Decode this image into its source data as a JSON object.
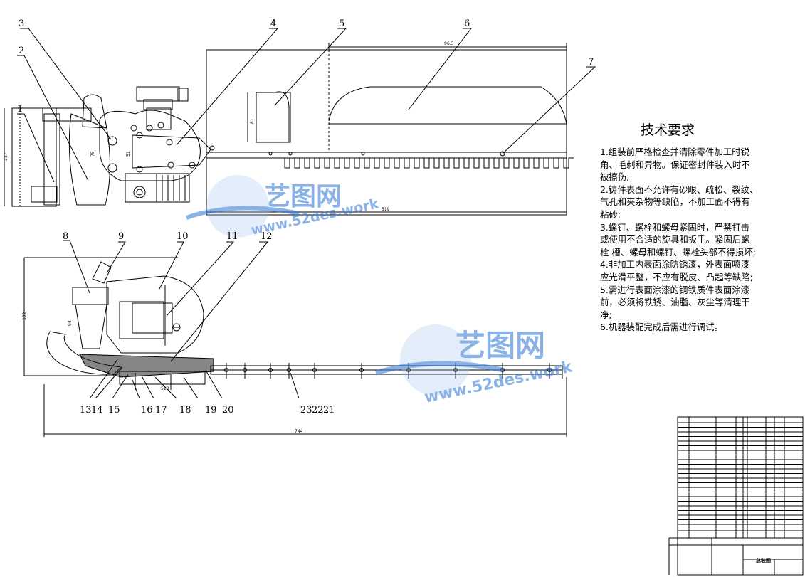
{
  "technical_requirements": {
    "title": "技术要求",
    "items": [
      "1.组装前严格检查并清除零件加工时锐\n角、毛刺和异物。保证密封件装入时不\n被擦伤;",
      "2.铸件表面不允许有砂眼、疏松、裂纹、\n气孔和夹杂物等缺陷，不加工面不得有\n粘砂;",
      "3.螺钉、螺栓和螺母紧固时，严禁打击\n或使用不合适的旋具和扳手。紧固后螺\n栓 槽、螺母和螺钉、螺栓头部不得损坏;",
      "4.非加工内表面涂防锈漆，外表面喷漆\n应光滑平整，不应有脱皮、凸起等缺陷;",
      "5.需进行表面涂漆的钢铁质件表面涂漆\n前，必须将铁锈、油脂、灰尘等清理干\n净;",
      "6.机器装配完成后需进行调试。"
    ]
  },
  "callouts_top": [
    "3",
    "2",
    "1",
    "4",
    "5",
    "6",
    "7"
  ],
  "callouts_bottom": [
    "8",
    "9",
    "10",
    "11",
    "12",
    "13",
    "14",
    "15",
    "16",
    "17",
    "18",
    "19",
    "20",
    "23",
    "22",
    "21"
  ],
  "dimensions": {
    "top_width": "510",
    "top_length": "96.3",
    "blade_width": "519",
    "left_height": "147",
    "mid_height": "81",
    "small_a": "75",
    "small_b": "51",
    "side_height": "192",
    "side_inner": "94",
    "overall_length": "744"
  },
  "watermark": {
    "brand": "艺图网",
    "url": "www.52des.work"
  },
  "title_block": {
    "drawing_name": "总装图"
  },
  "colors": {
    "line": "#000000",
    "watermark_blue": "#3f7fd8",
    "watermark_light": "#9cc3f2"
  }
}
